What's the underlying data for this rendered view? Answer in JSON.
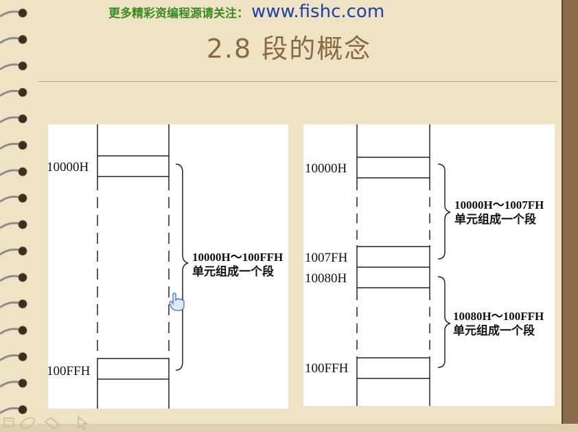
{
  "banner": {
    "text_cn": "更多精彩资编程源请关注：",
    "url": "www.fishc.com"
  },
  "title": "2.8 段的概念",
  "left_diagram": {
    "start_label": "10000H",
    "end_label": "100FFH",
    "range_text": "10000H～100FFH",
    "segment_text": "单元组成一个段"
  },
  "right_diagram": {
    "seg1_start_label": "10000H",
    "seg1_end_label": "1007FH",
    "seg1_range_text": "10000H～1007FH",
    "seg1_segment_text": "单元组成一个段",
    "seg2_start_label": "10080H",
    "seg2_end_label": "100FFH",
    "seg2_range_text": "10080H～100FFH",
    "seg2_segment_text": "单元组成一个段"
  },
  "icons": {
    "cursor": "hand-cursor-icon",
    "rings": "notebook-ring-icon",
    "toolbar": [
      "slide-icon",
      "pen-icon",
      "eraser-icon",
      "arrow-icon"
    ]
  },
  "colors": {
    "background": "#efe3c6",
    "banner_green": "#3b8a1e",
    "banner_blue": "#1e3fa8",
    "title_brown": "#8a6a3c",
    "border_brown": "#8a6b4a"
  }
}
